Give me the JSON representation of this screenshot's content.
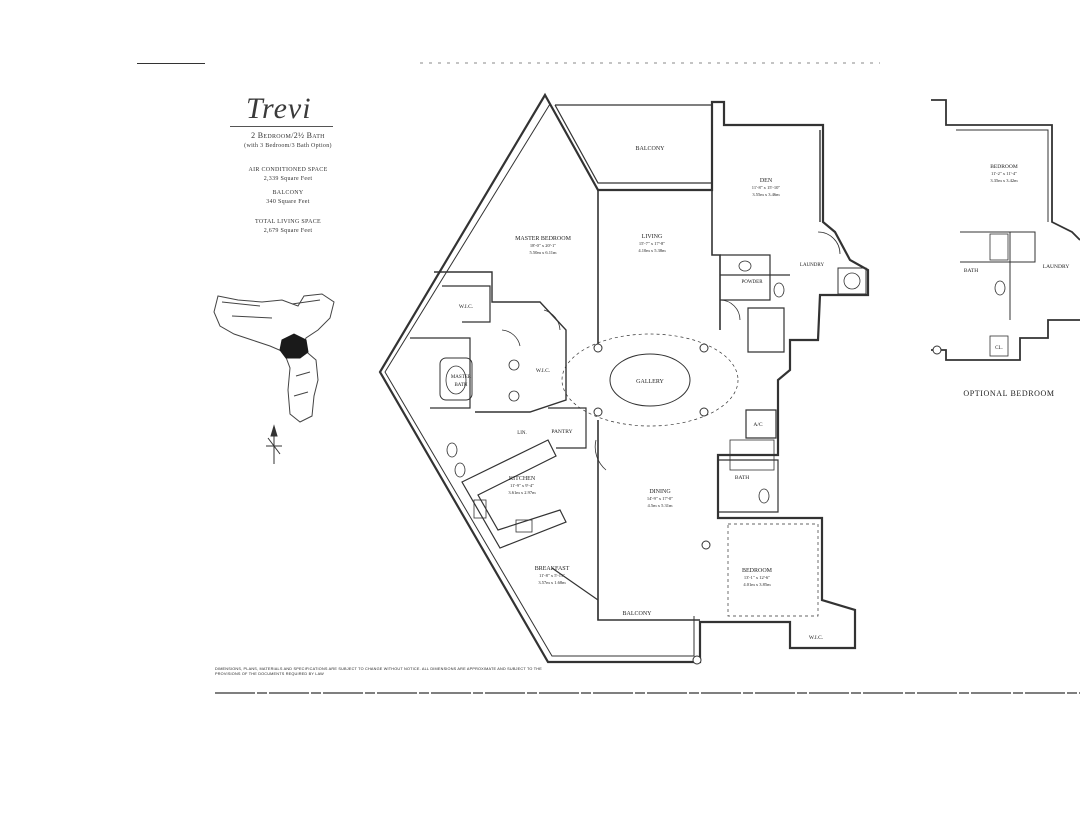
{
  "plan": {
    "title": "Trevi",
    "subtitle": "2 Bedroom/2½ Bath",
    "option_note": "(with 3 Bedroom/3 Bath Option)",
    "ac_label": "Air Conditioned Space",
    "ac_value": "2,339 Square Feet",
    "balcony_label": "Balcony",
    "balcony_value": "340 Square Feet",
    "total_label": "Total Living Space",
    "total_value": "2,679 Square Feet"
  },
  "disclaimer": "Dimensions, plans, materials and specifications are subject to change without notice. All dimensions are approximate and subject to the provisions of the documents required by law",
  "rooms": {
    "balcony_top": "BALCONY",
    "den": "DEN",
    "den_dims": "11'-8\" x 15'-10\"",
    "den_metric": "3.55m x 3.46m",
    "master_bedroom": "MASTER BEDROOM",
    "master_dims": "18'-0\" x 20'-1\"",
    "master_metric": "5.50m x 6.11m",
    "living": "LIVING",
    "living_dims": "15'-7\" x 17'-8\"",
    "living_metric": "4.10m x 5.38m",
    "wic_1": "W.I.C.",
    "wic_2": "W.I.C.",
    "wic_3": "W.I.C.",
    "master_bath_1": "MASTER",
    "master_bath_2": "BATH",
    "powder": "POWDER",
    "laundry": "LAUNDRY",
    "gallery": "GALLERY",
    "pantry": "PANTRY",
    "ac": "A/C",
    "lin": "LIN.",
    "kitchen": "KITCHEN",
    "kitchen_dims": "11'-9\" x 9'-4\"",
    "kitchen_metric": "3.61m x 2.97m",
    "dining": "DINING",
    "dining_dims": "14'-9\" x 17'-0\"",
    "dining_metric": "4.5m x 5.31m",
    "bath": "BATH",
    "breakfast": "BREAKFAST",
    "breakfast_dims": "11'-8\" x 5'-11\"",
    "breakfast_metric": "3.57m x 1.68m",
    "balcony_bottom": "BALCONY",
    "bedroom": "BEDROOM",
    "bedroom_dims": "13'-1\" x 12'-6\"",
    "bedroom_metric": "4.01m x 3.85m"
  },
  "optional": {
    "caption": "OPTIONAL BEDROOM",
    "bedroom": "BEDROOM",
    "bedroom_dims": "11'-2\" x 11'-4\"",
    "bedroom_metric": "3.35m x 3.42m",
    "bath": "BATH",
    "laundry": "LAUNDRY",
    "closet": "CL."
  },
  "colors": {
    "line": "#333333",
    "fill_dark": "#1a1a1a",
    "paper": "#ffffff"
  },
  "icons": [
    "north-arrow-icon",
    "key-plan-icon"
  ]
}
